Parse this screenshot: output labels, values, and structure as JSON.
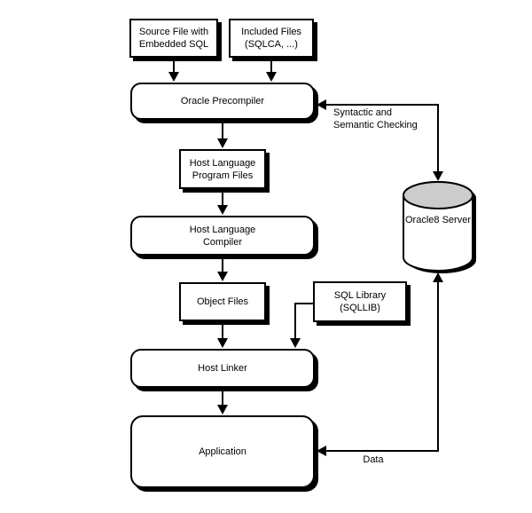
{
  "diagram": {
    "title_implicit": "Oracle Precompiler process flow",
    "colors": {
      "background": "#ffffff",
      "line": "#000000",
      "box_fill": "#ffffff",
      "cylinder_top_fill": "#cccccc"
    },
    "nodes": {
      "source_file": {
        "line1": "Source File with",
        "line2": "Embedded SQL"
      },
      "included_files": {
        "line1": "Included Files",
        "line2": "(SQLCA, ...)"
      },
      "oracle_precompiler": {
        "line1": "Oracle Precompiler"
      },
      "host_language_program_files": {
        "line1": "Host Language",
        "line2": "Program Files"
      },
      "host_language_compiler": {
        "line1": "Host Language",
        "line2": "Compiler"
      },
      "object_files": {
        "line1": "Object Files"
      },
      "sql_library": {
        "line1": "SQL Library",
        "line2": "(SQLLIB)"
      },
      "host_linker": {
        "line1": "Host Linker"
      },
      "application": {
        "line1": "Application"
      },
      "oracle8_server": {
        "line1": "Oracle8",
        "line2": "Server"
      }
    },
    "edge_labels": {
      "syntactic_line1": "Syntactic and",
      "syntactic_line2": "Semantic Checking",
      "data": "Data"
    }
  }
}
